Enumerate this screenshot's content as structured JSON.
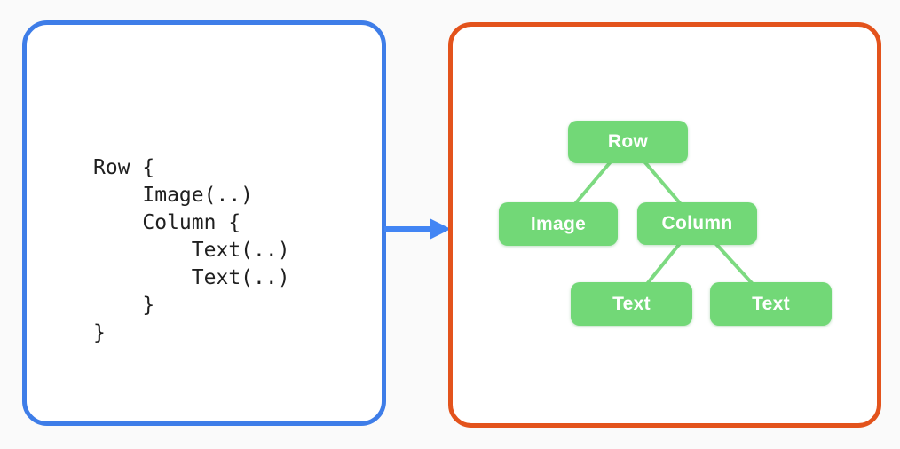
{
  "diagram": {
    "description_colors": {
      "code_panel_border": "#3e7de8",
      "tree_panel_border": "#e3531c",
      "node_fill": "#72d877",
      "edge_stroke": "#7dda81",
      "arrow": "#4285f4",
      "code_text": "#1f1f1f"
    },
    "code_panel": {
      "code": "Row {\n    Image(..)\n    Column {\n        Text(..)\n        Text(..)\n    }\n}"
    },
    "arrow": {
      "direction": "right"
    },
    "tree_panel": {
      "nodes": [
        {
          "id": "row",
          "label": "Row"
        },
        {
          "id": "image",
          "label": "Image"
        },
        {
          "id": "column",
          "label": "Column"
        },
        {
          "id": "text-1",
          "label": "Text"
        },
        {
          "id": "text-2",
          "label": "Text"
        }
      ],
      "edges": [
        [
          "row",
          "image"
        ],
        [
          "row",
          "column"
        ],
        [
          "column",
          "text-1"
        ],
        [
          "column",
          "text-2"
        ]
      ]
    }
  }
}
